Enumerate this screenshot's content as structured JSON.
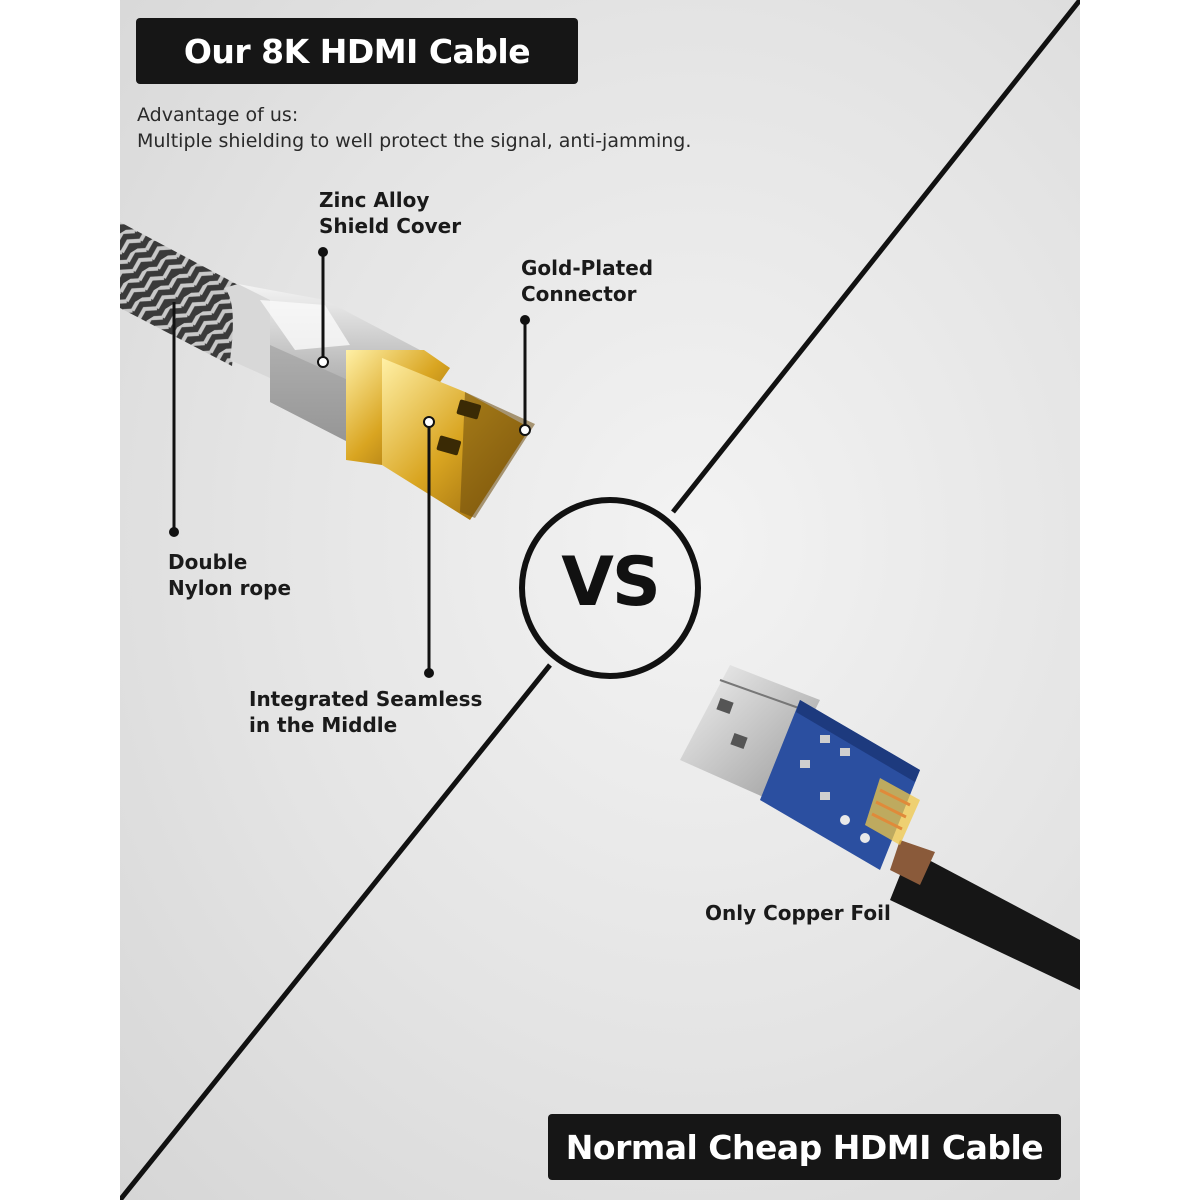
{
  "titles": {
    "top": "Our 8K HDMI Cable",
    "bottom": "Normal Cheap HDMI Cable"
  },
  "advantage": {
    "heading": "Advantage of us:",
    "text": "Multiple shielding to well protect the signal, anti-jamming."
  },
  "labels": {
    "zinc": [
      "Zinc Alloy",
      "Shield Cover"
    ],
    "gold": [
      "Gold-Plated",
      "Connector"
    ],
    "nylon": [
      "Double",
      "Nylon rope"
    ],
    "seamless": [
      "Integrated Seamless",
      "in the Middle"
    ],
    "copper": "Only Copper Foil"
  },
  "vs": "VS",
  "colors": {
    "title_bg": "#161616",
    "gold": "#d9a521",
    "pcb": "#2b4fa0"
  }
}
